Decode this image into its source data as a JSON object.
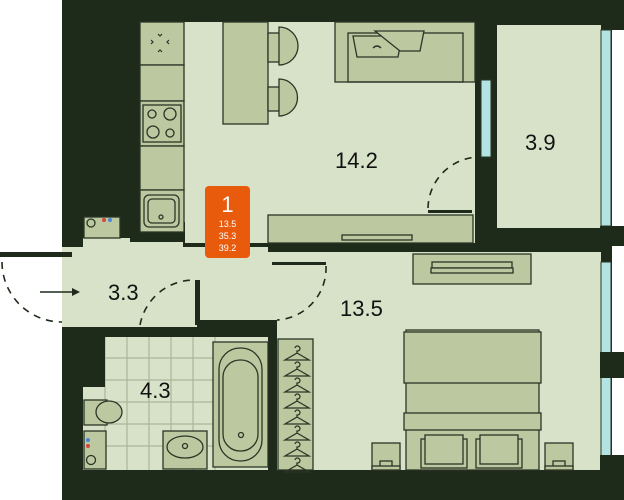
{
  "colors": {
    "wall": "#1e2a1a",
    "floor": "#d8e2c8",
    "furniture": "#bcc9a0",
    "window": "#b3e3e3",
    "badge": "#e85a0c"
  },
  "badge": {
    "apartment_number": "1",
    "living_area": "13.5",
    "total_area": "35.3",
    "total_area_with_balcony": "39.2"
  },
  "rooms": [
    {
      "name": "kitchen-living",
      "area": "14.2"
    },
    {
      "name": "balcony",
      "area": "3.9"
    },
    {
      "name": "hallway",
      "area": "3.3"
    },
    {
      "name": "bathroom",
      "area": "4.3"
    },
    {
      "name": "bedroom",
      "area": "13.5"
    }
  ],
  "icons": [
    "entry-arrow-icon",
    "stove-icon",
    "sink-icon",
    "toilet-icon",
    "bathtub-icon",
    "hanger-icon",
    "bed-icon",
    "sofa-icon",
    "chair-icon"
  ]
}
